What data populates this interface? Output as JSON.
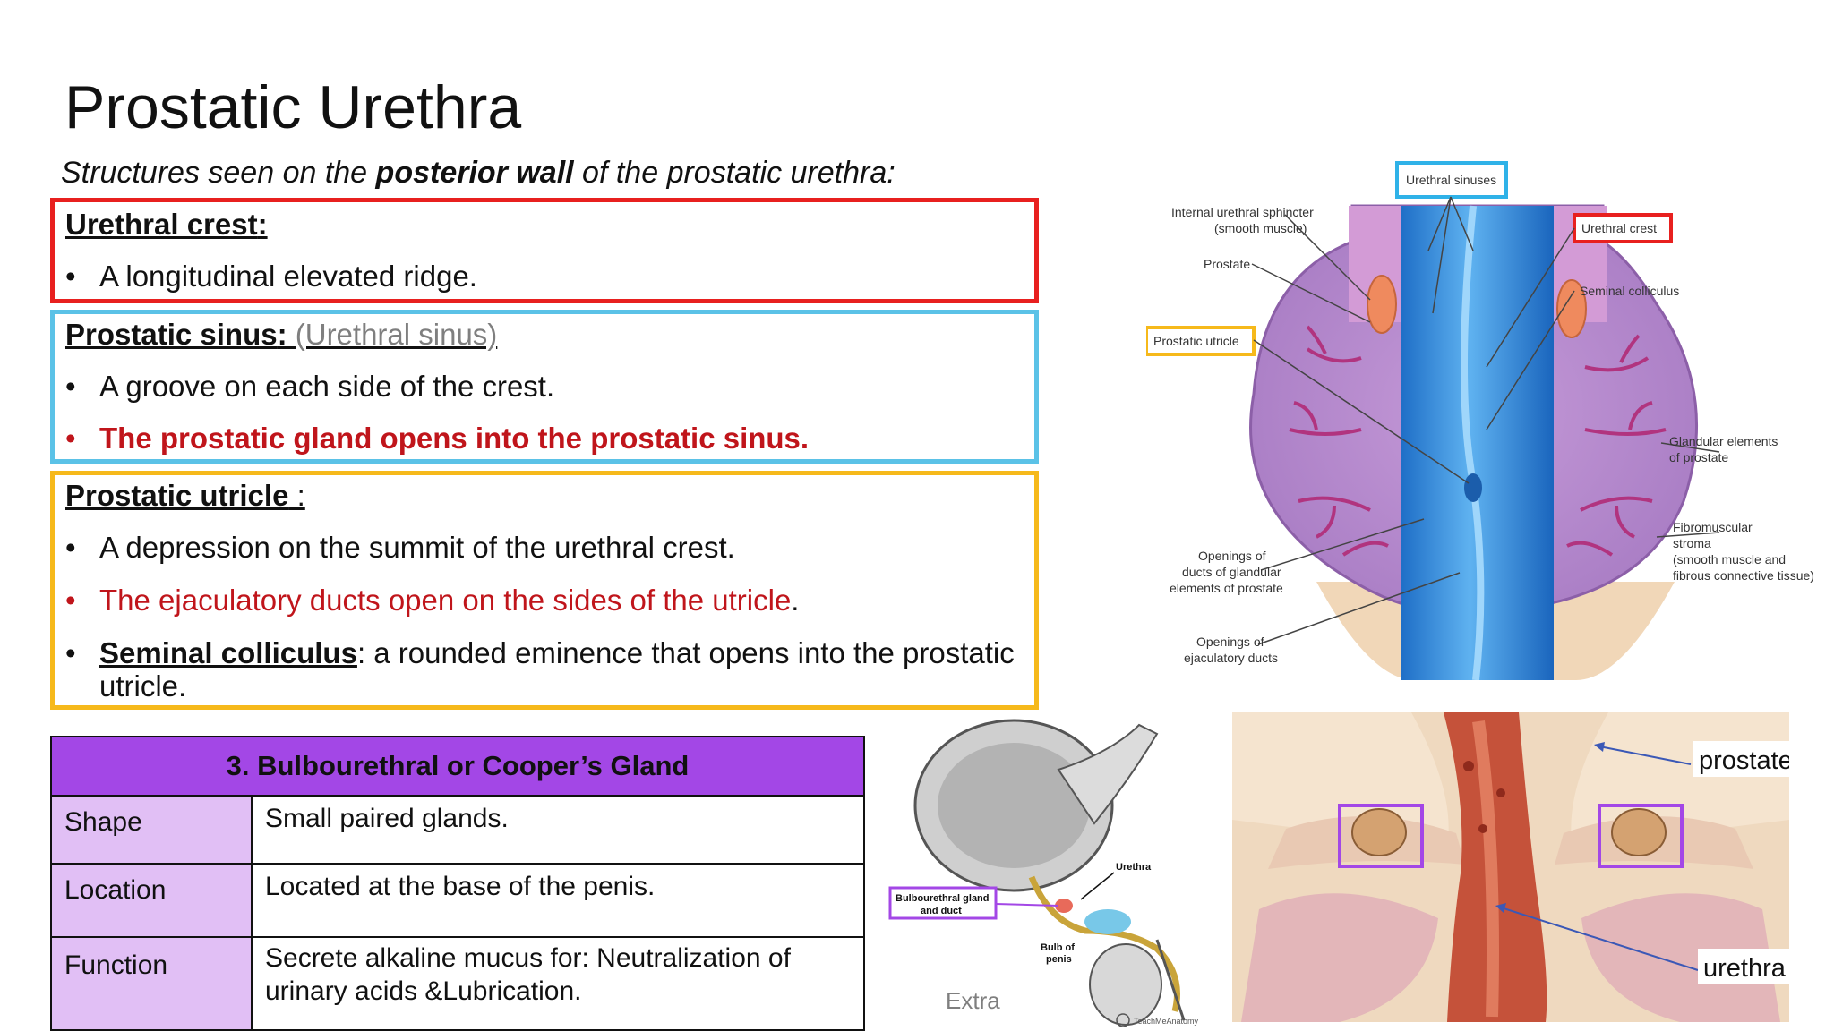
{
  "title": "Prostatic Urethra",
  "subtitle": {
    "pre": "Structures seen on the ",
    "bold": "posterior wall",
    "post": " of the prostatic urethra:"
  },
  "crest": {
    "heading": "Urethral crest",
    "colon": ":",
    "bullet1": "A longitudinal  elevated ridge.",
    "border_color": "#e8201f"
  },
  "sinus": {
    "heading": "Prostatic sinus",
    "colon": ":",
    "note": " (Urethral sinus)",
    "bullet1": "A groove on each side of the crest.",
    "bullet2": "The prostatic gland opens into the prostatic sinus.",
    "border_color": "#5bc2e7"
  },
  "utricle": {
    "heading": "Prostatic utricle",
    "colon": " :",
    "bullet1": "A depression on the summit of the urethral crest.",
    "bullet2_red": "The ejaculatory ducts open on the sides of the utricle",
    "bullet2_tail": ".",
    "bullet3_bold": "Seminal colliculus",
    "bullet3_rest": ": a rounded eminence that opens into  the prostatic utricle.",
    "border_color": "#f6b91b"
  },
  "bullet_symbol": "•",
  "table": {
    "header": "3. Bulbourethral  or Cooper’s Gland",
    "rows": [
      {
        "label": "Shape",
        "value": "Small paired glands."
      },
      {
        "label": "Location",
        "value": "Located at the base of the penis."
      },
      {
        "label": "Function",
        "value": "Secrete alkaline mucus for: Neutralization of urinary acids &Lubrication."
      }
    ],
    "header_color": "#a347e6",
    "label_color": "#e1bff5"
  },
  "diagram": {
    "labels": {
      "urethral_sinuses": "Urethral sinuses",
      "internal_sphincter_1": "Internal urethral sphincter",
      "internal_sphincter_2": "(smooth muscle)",
      "urethral_crest": "Urethral crest",
      "prostate": "Prostate",
      "seminal_colliculus": "Seminal colliculus",
      "prostatic_utricle": "Prostatic utricle",
      "glandular_1": "Glandular elements",
      "glandular_2": "of prostate",
      "fibro_1": "Fibromuscular",
      "fibro_2": "stroma",
      "fibro_3": "(smooth muscle and",
      "fibro_4": "fibrous connective tissue)",
      "openings_glandular_1": "Openings of",
      "openings_glandular_2": "ducts of glandular",
      "openings_glandular_3": "elements of prostate",
      "openings_ejac_1": "Openings of",
      "openings_ejac_2": "ejaculatory ducts"
    }
  },
  "sagittal": {
    "bulbo_label_1": "Bulbourethral gland",
    "bulbo_label_2": "and duct",
    "urethra_label": "Urethra",
    "bulb_label_1": "Bulb of",
    "bulb_label_2": "penis",
    "credit": "TeachMeAnatomy",
    "extra": "Extra"
  },
  "photo": {
    "prostate_label": "prostate",
    "urethra_label": "urethra"
  }
}
